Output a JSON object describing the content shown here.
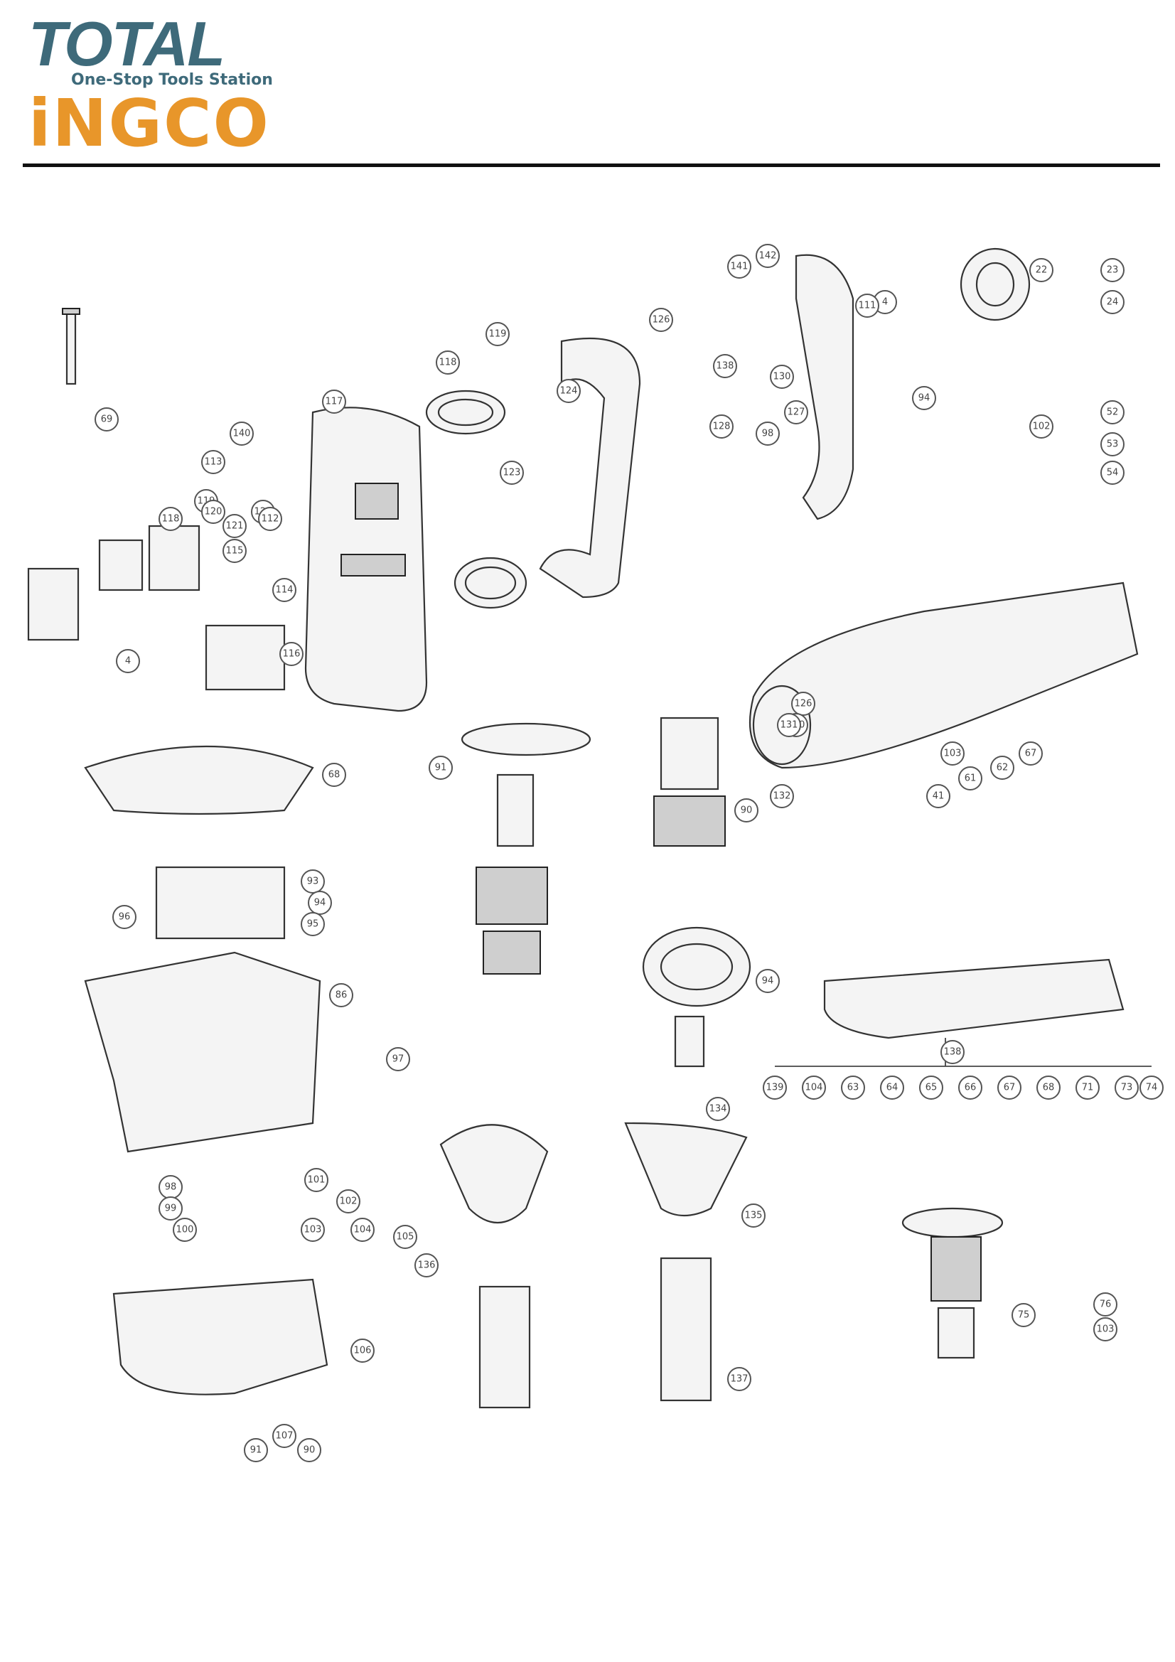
{
  "brand": {
    "total_name": "TOTAL",
    "tagline": "One-Stop Tools Station",
    "ingco_name": "iNGCO",
    "colors": {
      "total": "#3e6a7a",
      "ingco": "#e8962a"
    }
  },
  "diagram": {
    "type": "exploded-parts-view",
    "callouts": [
      "69",
      "113",
      "140",
      "115",
      "119",
      "118",
      "120",
      "121",
      "122",
      "112",
      "114",
      "116",
      "117",
      "118",
      "119",
      "123",
      "124",
      "126",
      "138",
      "141",
      "142",
      "128",
      "130",
      "127",
      "4",
      "4",
      "111",
      "22",
      "23",
      "24",
      "102",
      "52",
      "53",
      "54",
      "94",
      "98",
      "126",
      "130",
      "131",
      "132",
      "91",
      "90",
      "103",
      "41",
      "61",
      "62",
      "67",
      "68",
      "93",
      "94",
      "95",
      "96",
      "86",
      "97",
      "98",
      "99",
      "100",
      "101",
      "102",
      "103",
      "104",
      "105",
      "106",
      "107",
      "94",
      "134",
      "135",
      "136",
      "137",
      "138",
      "139",
      "104",
      "63",
      "64",
      "65",
      "66",
      "67",
      "68",
      "71",
      "73",
      "74",
      "75",
      "76",
      "103",
      "91",
      "90"
    ]
  }
}
